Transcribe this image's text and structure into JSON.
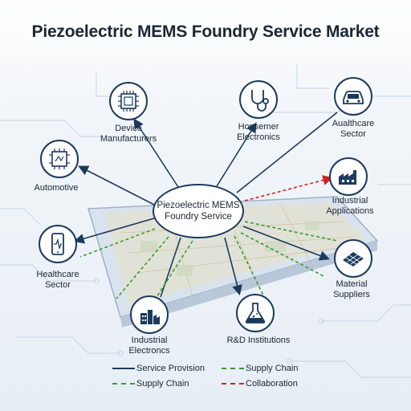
{
  "title": "Piezoelectric MEMS Foundry Service Market",
  "center": {
    "line1": "Piezoelectric MEMS",
    "line2": "Foundry Service"
  },
  "nodes": {
    "device_manufacturers": {
      "line1": "Device",
      "line2": "Manufacturers",
      "icon": "chip-icon"
    },
    "consumer_electronics": {
      "line1": "Honsemer",
      "line2": "Electronics",
      "icon": "stethoscope-icon"
    },
    "healthcare_sector_top": {
      "line1": "Aualthcare",
      "line2": "Sector",
      "icon": "car-icon"
    },
    "automotive": {
      "line1": "Automotive",
      "icon": "chip-icon"
    },
    "industrial_applications": {
      "line1": "Industrial",
      "line2": "Applications",
      "icon": "factory-icon"
    },
    "healthcare_sector": {
      "line1": "Healthcare",
      "line2": "Sector",
      "icon": "phone-icon"
    },
    "material_suppliers": {
      "line1": "Material",
      "line2": "Suppliers",
      "icon": "wafer-icon"
    },
    "industrial_electronics": {
      "line1": "Industrial",
      "line2": "Electroncs",
      "icon": "factory-icon"
    },
    "rd_institutions": {
      "line1": "R&D Institutions",
      "icon": "flask-icon"
    }
  },
  "legend": {
    "service_provision": "Service Provision",
    "supply_chain_right": "Supply Chain",
    "supply_chain_left": "Supply Chain",
    "collaboration": "Collaboration"
  },
  "colors": {
    "service_provision": "#1c3a5e",
    "supply_chain": "#3a9a2e",
    "collaboration": "#d42020"
  }
}
